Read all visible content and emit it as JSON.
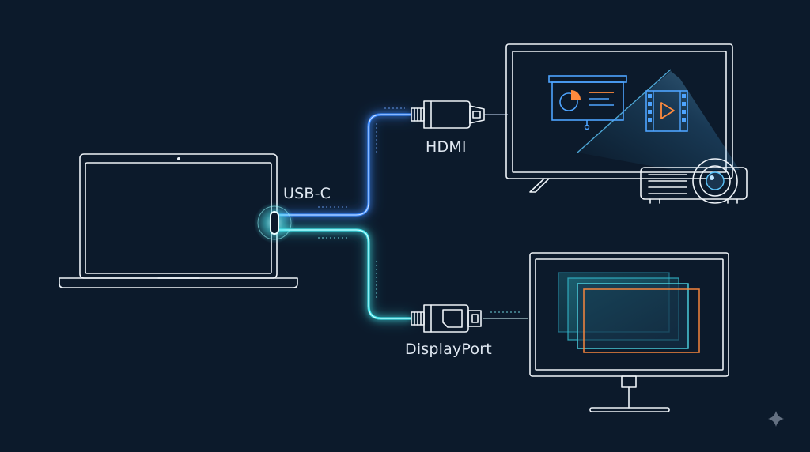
{
  "labels": {
    "usb_c": "USB-C",
    "hdmi": "HDMI",
    "displayport": "DisplayPort"
  },
  "colors": {
    "background": "#0c1a2b",
    "line_art": "#eef3f8",
    "hdmi_cable": "#3d8bff",
    "displayport_cable": "#40e0e6",
    "accent_orange": "#ff8a3d",
    "screen_glow": "#2fb8c8"
  },
  "icons": {
    "source": "laptop-icon",
    "port": "usb-c-port-icon",
    "hdmi_plug": "hdmi-connector-icon",
    "dp_plug": "displayport-connector-icon",
    "tv": "tv-icon",
    "projector": "projector-icon",
    "monitor": "monitor-icon",
    "presentation": "presentation-board-icon",
    "video": "video-play-icon",
    "sparkle": "sparkle-icon"
  }
}
